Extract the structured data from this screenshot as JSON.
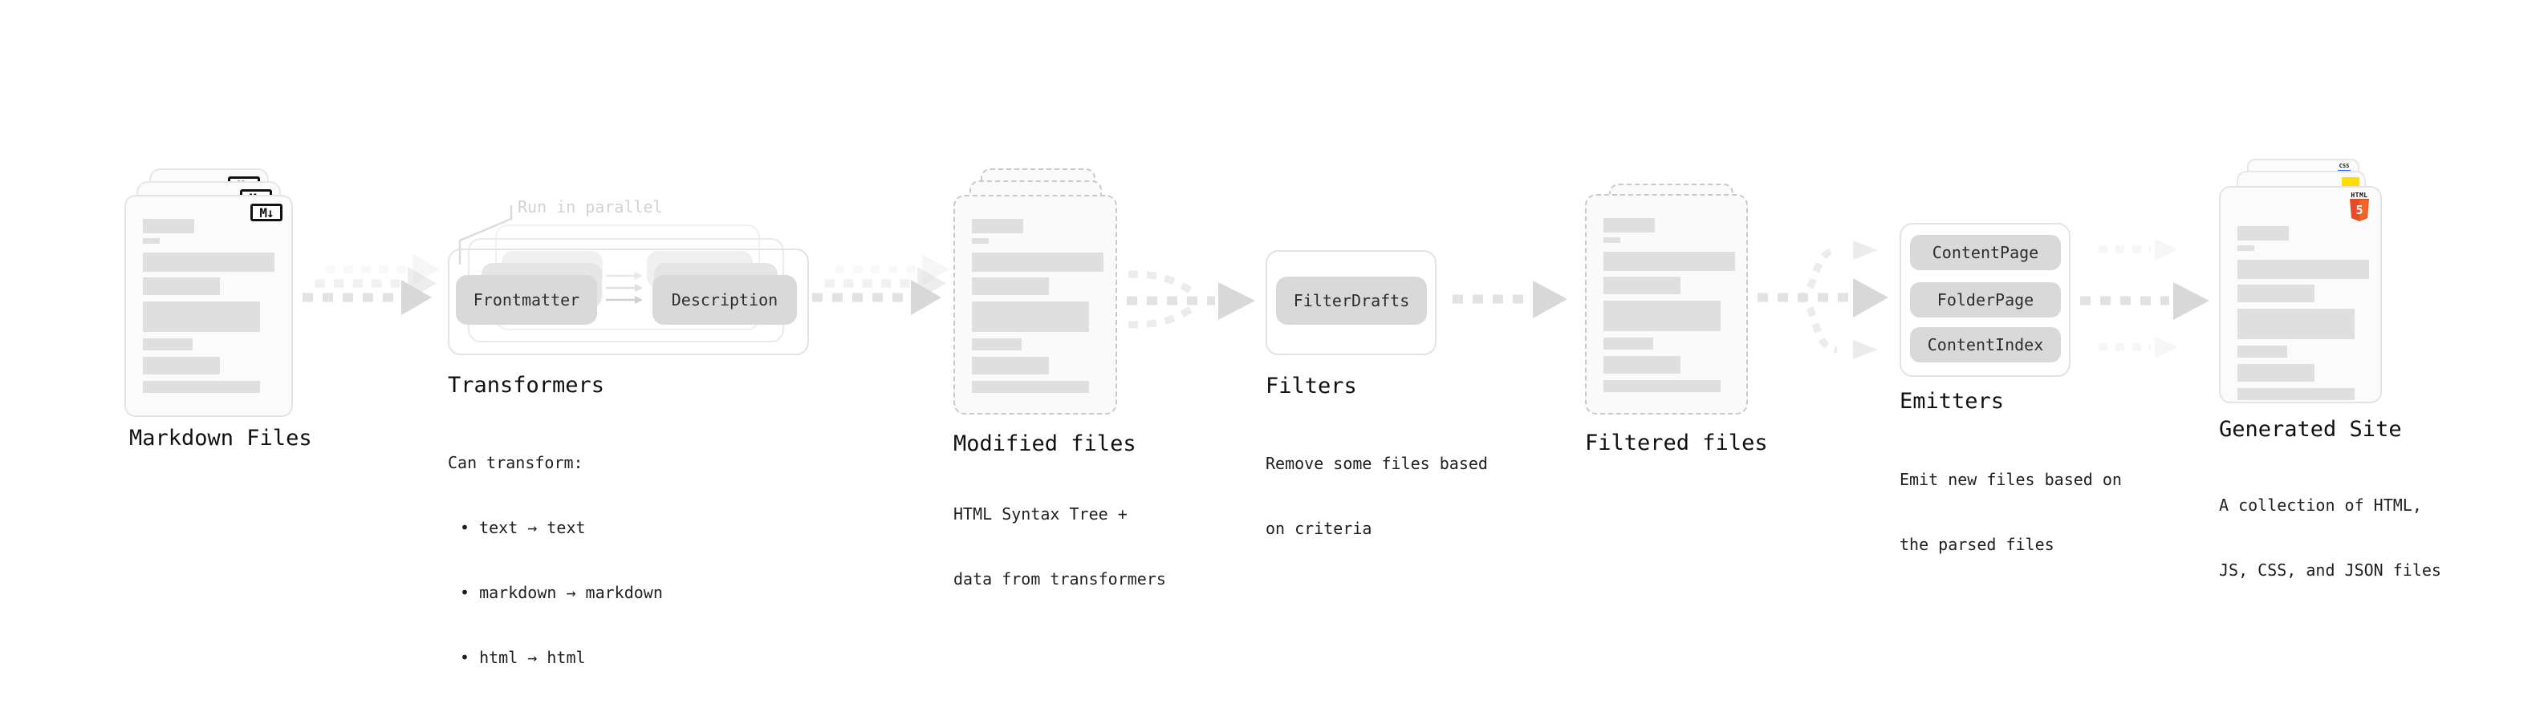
{
  "stages": {
    "markdown": {
      "label": "Markdown Files",
      "badge": "M↓"
    },
    "transformers": {
      "label": "Transformers",
      "annotation": "Run in parallel",
      "pill_frontmatter": "Frontmatter",
      "pill_description": "Description",
      "desc_title": "Can transform:",
      "bullets": [
        "• text → text",
        "• markdown → markdown",
        "• html → html"
      ]
    },
    "modified": {
      "label": "Modified files",
      "desc": [
        "HTML Syntax Tree +",
        "data from transformers"
      ]
    },
    "filters": {
      "label": "Filters",
      "pill": "FilterDrafts",
      "desc": [
        "Remove some files based",
        "on criteria"
      ]
    },
    "filtered": {
      "label": "Filtered files"
    },
    "emitters": {
      "label": "Emitters",
      "pills": [
        "ContentPage",
        "FolderPage",
        "ContentIndex"
      ],
      "desc": [
        "Emit new files based on",
        "the parsed files"
      ]
    },
    "generated": {
      "label": "Generated Site",
      "desc": [
        "A collection of HTML,",
        "JS, CSS, and JSON files"
      ],
      "badge_html": "HTML",
      "badge_html_number": "5",
      "badge_css": "CSS"
    }
  },
  "colors": {
    "html5_orange": "#e44d26",
    "js_yellow": "#ffdd00",
    "css_blue": "#2962ff",
    "pill_gray": "#d9d9d9",
    "arrow_shaft_gray": "#e2e2e2",
    "arrow_head_gray": "#d8d8d8",
    "annotation_gray": "#d2d2d2",
    "text_dark": "#101010"
  }
}
